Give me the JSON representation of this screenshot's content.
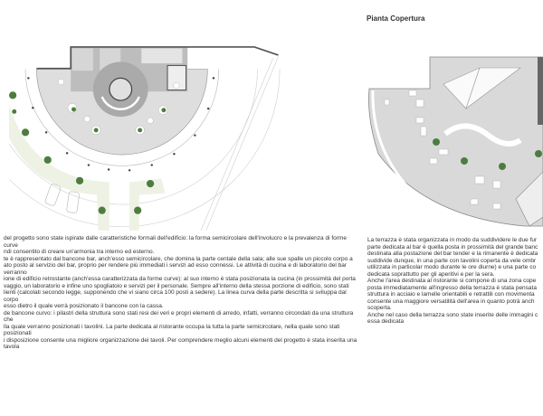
{
  "right_panel": {
    "title": "Pianta Copertura",
    "paragraph_lines": [
      "La terrazza è stata organizzata in modo da suddividere le due fur",
      "parte dedicata al bar è quella posta in prossimità del grande banc",
      "destinata alla postazione del bar tender e la rimanente è dedicata",
      "suddivide dunque, in una parte con tavolini coperta da vele ombr",
      "utilizzata in particolar modo durante le ore diurne) e una parte co",
      "dedicata soprattutto per gli aperitivi e per la sera.",
      "Anche l'area destinata al ristorante si compone di una zona cope",
      "posta immediatamente all'ingresso della terrazza è stata pensata",
      "struttura in acciaio e lamelle orientabili e retrattili con movimenta",
      "consente una maggiore versatilità dell'area in quanto potrà anch",
      "scoperta.",
      "Anche nel caso della terrazza sono state inserite delle immagini c",
      "essa dedicata"
    ]
  },
  "left_panel": {
    "paragraph_lines": [
      "del progetto sono state ispirate dalle caratteristiche formali dell'edificio: la forma semicircolare dell'involucro e la prevalenza di forme curve",
      "ndi consentito di creare un'armonia tra interno ed esterno.",
      "te è rappresentato dal bancone bar, anch'esso semicircolare, che domina la parte centale della sala; alle sue spalle un piccolo corpo a",
      "ato posto al servizio del bar, proprio per rendere più immediati i servizi ad esso connessi. Le attività di cucina e di laboratorio del bar verranno",
      "ione di edificio retrostante (anch'essa caratterizzata da forme curve): al suo interno è stata posizionata la cucina (in prossimità del porta",
      "vaggio, un laboratorio e infine uno spogliatoio e servizi per il personale. Sempre all'interno della stessa porzione di edificio, sono stati",
      "lienti (calcolati secondo legge, supponendo che vi siano circa 100 posti a sedere). La linea curva della parte descritta si sviluppa dal corpo",
      "esso dietro il quale verrà posizionato il bancone con la cassa.",
      "de bancone curvo: i pilastri della struttura sono stati resi dei veri e propri elementi di arredo, infatti, verranno circondati da una struttura che",
      "lla quale verranno posizionati i tavolini. La parte dedicata al ristorante occupa la tutta la parte semicircolare, nella quale sono stati posizionati",
      "i disposizione consente una migliore organizzazione dei tavoli. Per comprendere meglio alcuni elementi del progetto è stata inserita una tavola"
    ]
  },
  "colors": {
    "floor": "#dcdcdc",
    "wall": "#555555",
    "palm": "#3f7a3a",
    "garden": "#e8eedc"
  }
}
